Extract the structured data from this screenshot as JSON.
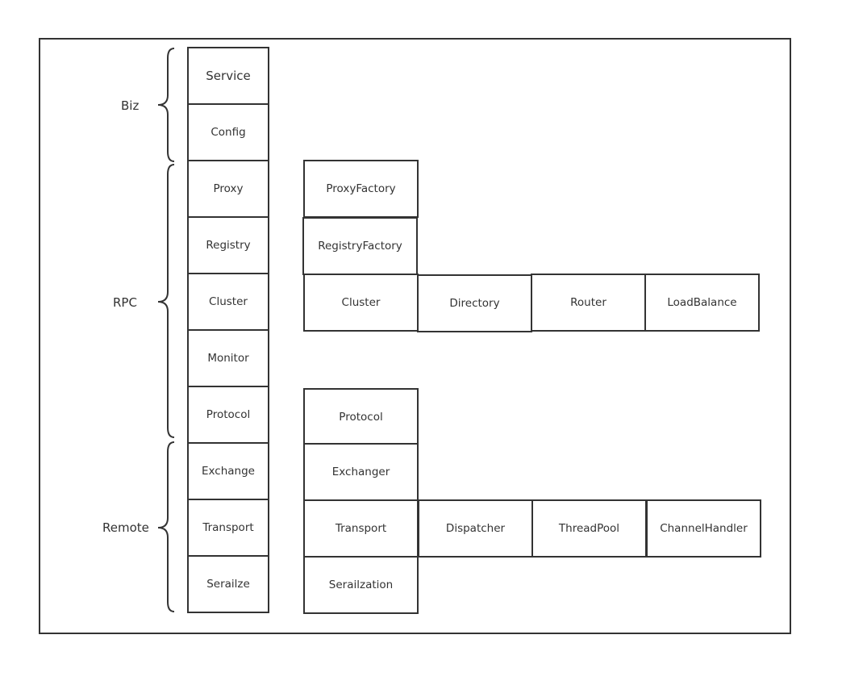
{
  "groups": {
    "biz": "Biz",
    "rpc": "RPC",
    "remote": "Remote"
  },
  "layers": {
    "service": "Service",
    "config": "Config",
    "proxy": "Proxy",
    "registry": "Registry",
    "cluster": "Cluster",
    "monitor": "Monitor",
    "protocol": "Protocol",
    "exchange": "Exchange",
    "transport": "Transport",
    "serialize": "Serailze"
  },
  "components": {
    "proxy_factory": "ProxyFactory",
    "registry_factory": "RegistryFactory",
    "cluster": "Cluster",
    "directory": "Directory",
    "router": "Router",
    "load_balance": "LoadBalance",
    "protocol": "Protocol",
    "exchanger": "Exchanger",
    "transport": "Transport",
    "dispatcher": "Dispatcher",
    "thread_pool": "ThreadPool",
    "channel_handler": "ChannelHandler",
    "serialization": "Serailzation"
  }
}
